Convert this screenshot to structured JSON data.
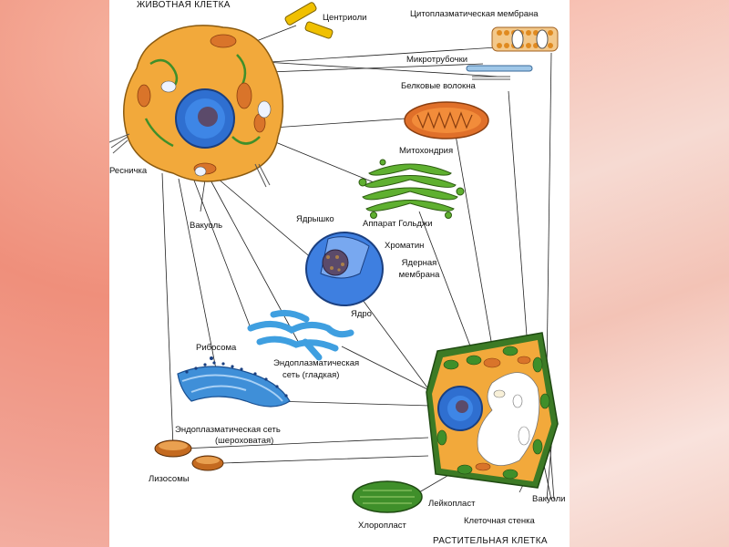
{
  "diagram": {
    "animal_cell_title": "ЖИВОТНАЯ КЛЕТКА",
    "plant_cell_title": "РАСТИТЕЛЬНАЯ КЛЕТКА",
    "labels": {
      "centrioles": "Центриоли",
      "cytoplasmic_membrane": "Цитоплазматическая мембрана",
      "microtubules": "Микротрубочки",
      "protein_fibers": "Белковые волокна",
      "mitochondrion": "Митохондрия",
      "cilium": "Ресничка",
      "golgi": "Аппарат Гольджи",
      "vacuole": "Вакуоль",
      "nucleolus": "Ядрышко",
      "chromatin": "Хроматин",
      "nuclear_membrane_1": "Ядерная",
      "nuclear_membrane_2": "мембрана",
      "nucleus": "Ядро",
      "ribosome": "Рибосома",
      "er_smooth_1": "Эндоплазматическая",
      "er_smooth_2": "сеть (гладкая)",
      "er_rough_1": "Эндоплазматическая сеть",
      "er_rough_2": "(шероховатая)",
      "lysosomes": "Лизосомы",
      "leucoplast": "Лейкопласт",
      "vacuoles": "Вакуоли",
      "chloroplast": "Хлоропласт",
      "cell_wall": "Клеточная стенка"
    }
  },
  "colors": {
    "cytoplasm": "#f2a93b",
    "nucleus": "#2f6fd0",
    "mitochondrion": "#e0702a",
    "golgi": "#5fb030",
    "er": "#3f9fe0",
    "chloroplast": "#3f8f2a",
    "cell_wall": "#3c7a25"
  }
}
